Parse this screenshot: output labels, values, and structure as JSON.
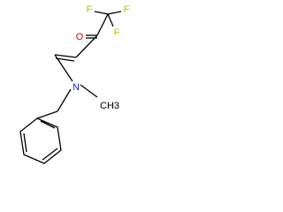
{
  "molecule": {
    "atoms": {
      "f1": "F",
      "f2": "F",
      "f3": "F",
      "o": "O",
      "n": "N",
      "methyl": "CH3"
    },
    "colors": {
      "bond": "#000000",
      "fluorine": "#8fd400",
      "oxygen": "#e00000",
      "nitrogen": "#2020d0",
      "carbon_label": "#000000"
    }
  }
}
